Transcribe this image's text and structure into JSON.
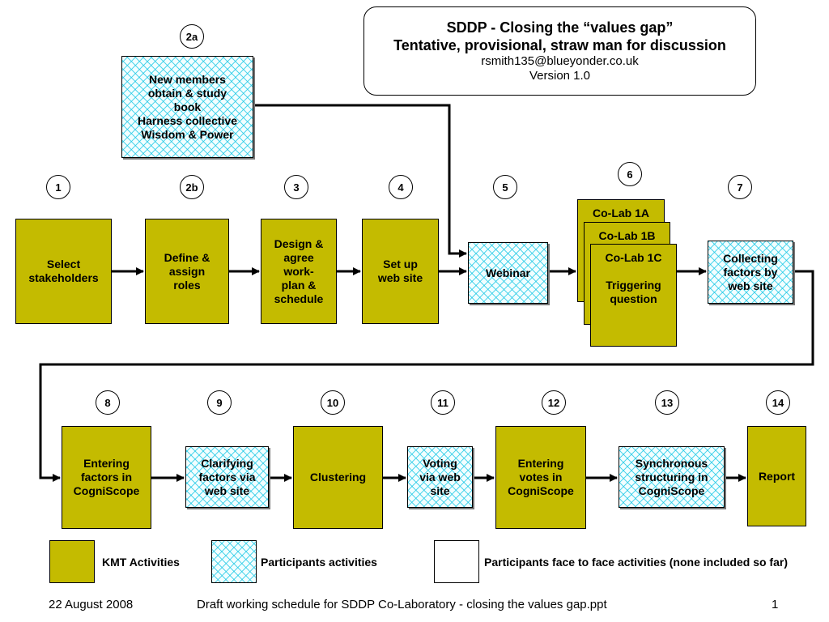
{
  "title": {
    "line1": "SDDP - Closing the “values gap”",
    "line2": "Tentative, provisional, straw man for discussion",
    "email": "rsmith135@blueyonder.co.uk",
    "version": "Version 1.0"
  },
  "steps": [
    {
      "id": "s2a",
      "number": "2a",
      "label": "New members\nobtain & study\nbook\nHarness collective\nWisdom & Power",
      "kind": "participants"
    },
    {
      "id": "s1",
      "number": "1",
      "label": "Select\nstakeholders",
      "kind": "kmt"
    },
    {
      "id": "s2b",
      "number": "2b",
      "label": "Define &\nassign\nroles",
      "kind": "kmt"
    },
    {
      "id": "s3",
      "number": "3",
      "label": "Design &\nagree\nwork-\nplan &\nschedule",
      "kind": "kmt"
    },
    {
      "id": "s4",
      "number": "4",
      "label": "Set up\nweb site",
      "kind": "kmt"
    },
    {
      "id": "s5",
      "number": "5",
      "label": "Webinar",
      "kind": "participants"
    },
    {
      "id": "s6",
      "number": "6",
      "labels": [
        "Co-Lab 1A",
        "Co-Lab 1B",
        "Co-Lab 1C\n\nTriggering\nquestion"
      ],
      "kind": "kmt"
    },
    {
      "id": "s7",
      "number": "7",
      "label": "Collecting\nfactors by\nweb site",
      "kind": "participants"
    },
    {
      "id": "s8",
      "number": "8",
      "label": "Entering\nfactors in\nCogniScope",
      "kind": "kmt"
    },
    {
      "id": "s9",
      "number": "9",
      "label": "Clarifying\nfactors via\nweb site",
      "kind": "participants"
    },
    {
      "id": "s10",
      "number": "10",
      "label": "Clustering",
      "kind": "kmt"
    },
    {
      "id": "s11",
      "number": "11",
      "label": "Voting\nvia web\nsite",
      "kind": "participants"
    },
    {
      "id": "s12",
      "number": "12",
      "label": "Entering\nvotes in\nCogniScope",
      "kind": "kmt"
    },
    {
      "id": "s13",
      "number": "13",
      "label": "Synchronous\nstructuring in\nCogniScope",
      "kind": "participants"
    },
    {
      "id": "s14",
      "number": "14",
      "label": "Report",
      "kind": "kmt"
    }
  ],
  "legend": {
    "kmt": "KMT Activities",
    "participants": "Participants activities",
    "face_to_face": "Participants face to face activities (none included so far)"
  },
  "footer": {
    "date": "22 August 2008",
    "filename": "Draft working schedule for SDDP Co-Laboratory - closing the values gap.ppt",
    "page": "1"
  },
  "colors": {
    "kmt": "#c4bb00",
    "participants_pattern": "#1ec8e6",
    "face_to_face": "#ffffff"
  }
}
